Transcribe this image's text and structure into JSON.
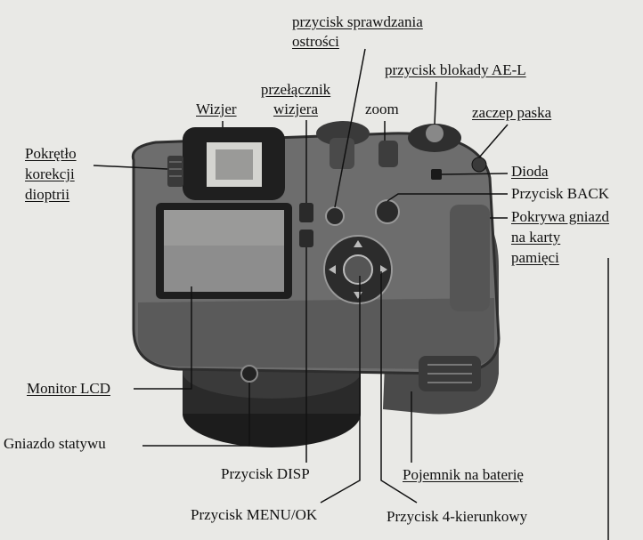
{
  "colors": {
    "paper": "#e9e9e6",
    "ink": "#111111",
    "camera_body": "#6a6a6a",
    "camera_dark": "#2e2e2e",
    "lcd_screen": "#8a8a8a"
  },
  "labels": {
    "focus_check": [
      "przycisk sprawdzania",
      "ostrości"
    ],
    "ae_lock": "przycisk blokady AE-L",
    "viewfinder_switch": [
      "przełącznik",
      "wizjera"
    ],
    "viewfinder": "Wizjer",
    "zoom": "zoom",
    "strap_lug": "zaczep paska",
    "diopter": [
      "Pokrętło",
      "korekcji",
      "dioptrii"
    ],
    "diode": "Dioda",
    "back": "Przycisk BACK",
    "card_cover": [
      "Pokrywa gniazd",
      "na karty",
      "pamięci"
    ],
    "lcd": "Monitor LCD",
    "tripod": "Gniazdo statywu",
    "disp": "Przycisk DISP",
    "battery": "Pojemnik na baterię",
    "menu_ok": "Przycisk MENU/OK",
    "four_way": "Przycisk 4-kierunkowy"
  }
}
